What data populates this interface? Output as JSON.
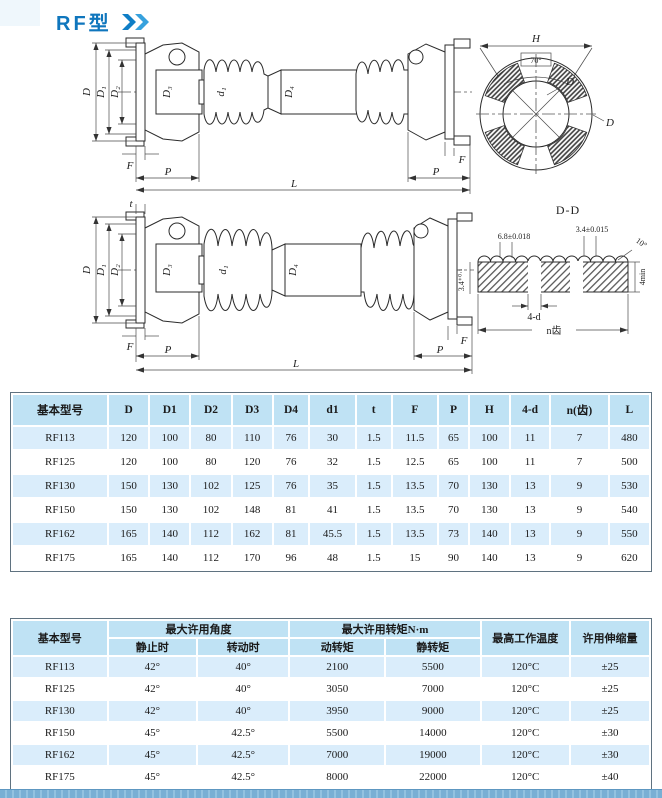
{
  "title": {
    "text": "RF型",
    "chevron_icon": "double-chevron-right"
  },
  "colors": {
    "accent_blue": "#0f76bd",
    "chevron_blue": "#2395d6",
    "table_header_bg": "#bfe2f4",
    "table_row_alt_bg": "#daedfb",
    "table_border": "#5f7280",
    "footer_bar_blue": "#7fb2d6"
  },
  "drawings": {
    "dim_labels": {
      "t": "t",
      "D": "D",
      "D1": "D₁",
      "D2": "D₂",
      "D3": "D₃",
      "D4": "D₄",
      "d1": "d₁",
      "F": "F",
      "P": "P",
      "L": "L"
    },
    "end_view": {
      "H": "H",
      "angle": "70°",
      "D": "D"
    },
    "section_view": {
      "title": "D-D",
      "tooth_width": "6.8±0.018",
      "tooth_thickness": "3.4±0.015",
      "tooth_angle": "10°",
      "tooth_height": "3.4⁺⁰·¹",
      "min_depth": "4min",
      "holes": "4-d",
      "teeth_count": "n齿"
    }
  },
  "tables": {
    "dimensions": {
      "headers": [
        "基本型号",
        "D",
        "D1",
        "D2",
        "D3",
        "D4",
        "d1",
        "t",
        "F",
        "P",
        "H",
        "4-d",
        "n(齿)",
        "L"
      ],
      "rows": [
        [
          "RF113",
          "120",
          "100",
          "80",
          "110",
          "76",
          "30",
          "1.5",
          "11.5",
          "65",
          "100",
          "11",
          "7",
          "480"
        ],
        [
          "RF125",
          "120",
          "100",
          "80",
          "120",
          "76",
          "32",
          "1.5",
          "12.5",
          "65",
          "100",
          "11",
          "7",
          "500"
        ],
        [
          "RF130",
          "150",
          "130",
          "102",
          "125",
          "76",
          "35",
          "1.5",
          "13.5",
          "70",
          "130",
          "13",
          "9",
          "530"
        ],
        [
          "RF150",
          "150",
          "130",
          "102",
          "148",
          "81",
          "41",
          "1.5",
          "13.5",
          "70",
          "130",
          "13",
          "9",
          "540"
        ],
        [
          "RF162",
          "165",
          "140",
          "112",
          "162",
          "81",
          "45.5",
          "1.5",
          "13.5",
          "73",
          "140",
          "13",
          "9",
          "550"
        ],
        [
          "RF175",
          "165",
          "140",
          "112",
          "170",
          "96",
          "48",
          "1.5",
          "15",
          "90",
          "140",
          "13",
          "9",
          "620"
        ]
      ]
    },
    "performance": {
      "header_model": "基本型号",
      "group_angle": "最大许用角度",
      "group_torque": "最大许用转矩N·m",
      "sub_static_angle": "静止时",
      "sub_rotating_angle": "转动时",
      "sub_dynamic_torque": "动转矩",
      "sub_static_torque": "静转矩",
      "header_temp": "最高工作温度",
      "header_expansion": "许用伸缩量",
      "rows": [
        [
          "RF113",
          "42°",
          "40°",
          "2100",
          "5500",
          "120°C",
          "±25"
        ],
        [
          "RF125",
          "42°",
          "40°",
          "3050",
          "7000",
          "120°C",
          "±25"
        ],
        [
          "RF130",
          "42°",
          "40°",
          "3950",
          "9000",
          "120°C",
          "±25"
        ],
        [
          "RF150",
          "45°",
          "42.5°",
          "5500",
          "14000",
          "120°C",
          "±30"
        ],
        [
          "RF162",
          "45°",
          "42.5°",
          "7000",
          "19000",
          "120°C",
          "±30"
        ],
        [
          "RF175",
          "45°",
          "42.5°",
          "8000",
          "22000",
          "120°C",
          "±40"
        ]
      ]
    }
  }
}
